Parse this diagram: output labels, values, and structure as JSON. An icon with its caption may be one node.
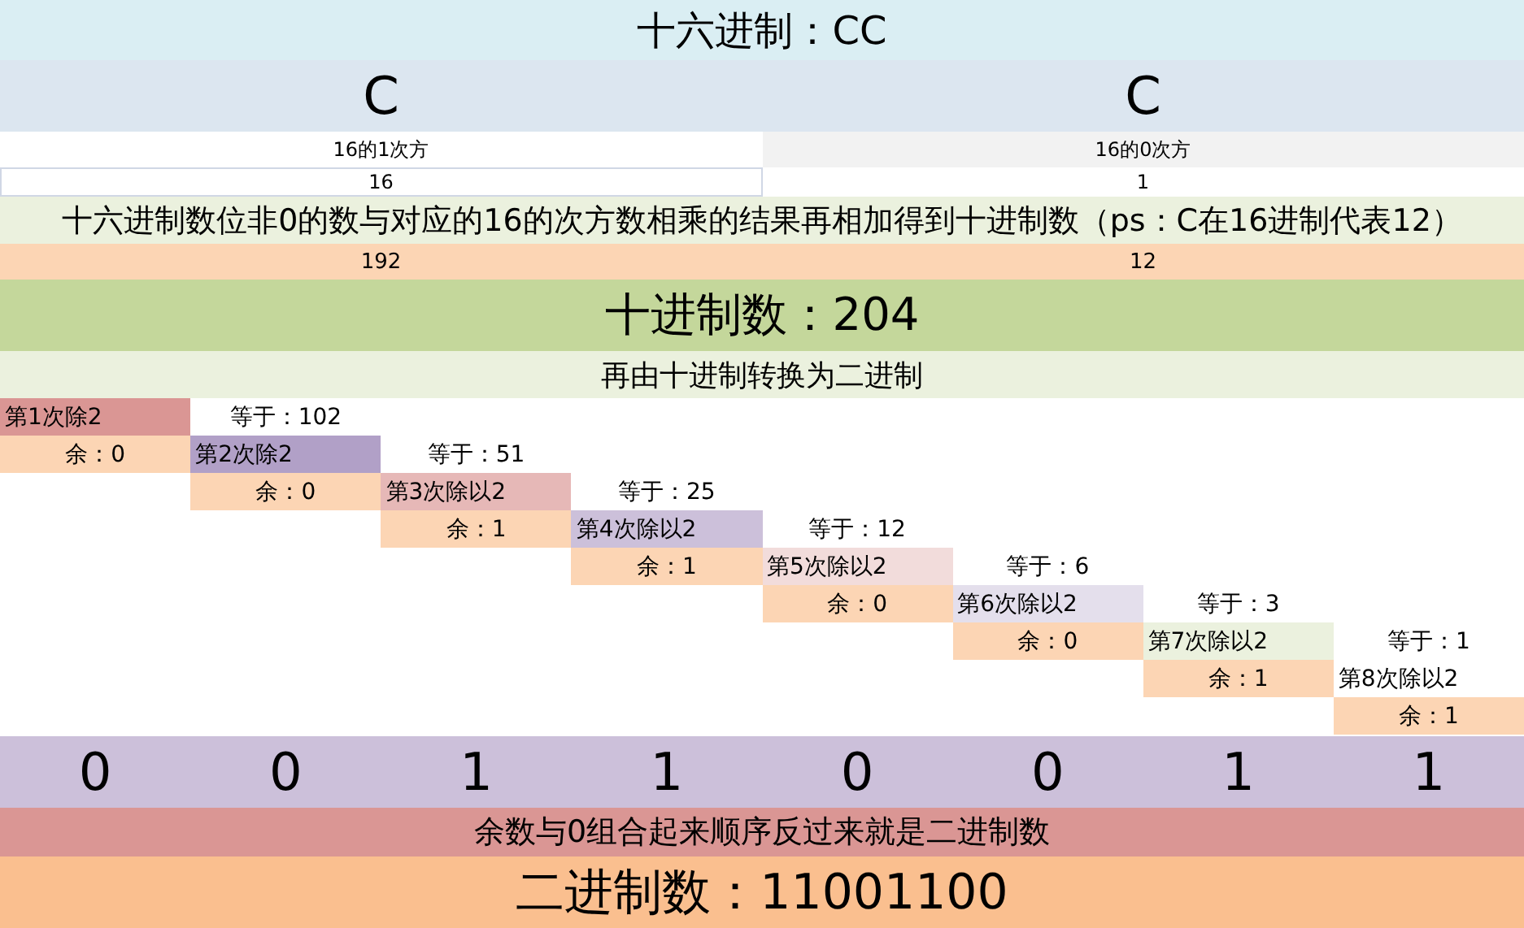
{
  "diagram": {
    "title": "十六进制：CC",
    "labels": [
      "C",
      "C",
      "16的1次方",
      "16的0次方",
      "16",
      "1",
      "十六进制数位非0的数与对应的16的次方数相乘的结果再相加得到十进制数（ps：C在16进制代表12）",
      "192",
      "12",
      "十进制数：204",
      "再由十进制转换为二进制",
      "第1次除2",
      "等于：102",
      "余：0",
      "第2次除2",
      "等于：51",
      "余：0",
      "第3次除以2",
      "等于：25",
      "余：1",
      "第4次除以2",
      "等于：12",
      "余：1",
      "第5次除以2",
      "等于：6",
      "余：0",
      "第6次除以2",
      "等于：3",
      "余：0",
      "第7次除以2",
      "等于：1",
      "余：1",
      "第8次除以2",
      "余：1",
      "0",
      "0",
      "1",
      "1",
      "0",
      "0",
      "1",
      "1",
      "余数与0组合起来顺序反过来就是二进制数",
      "二进制数：11001100"
    ]
  }
}
